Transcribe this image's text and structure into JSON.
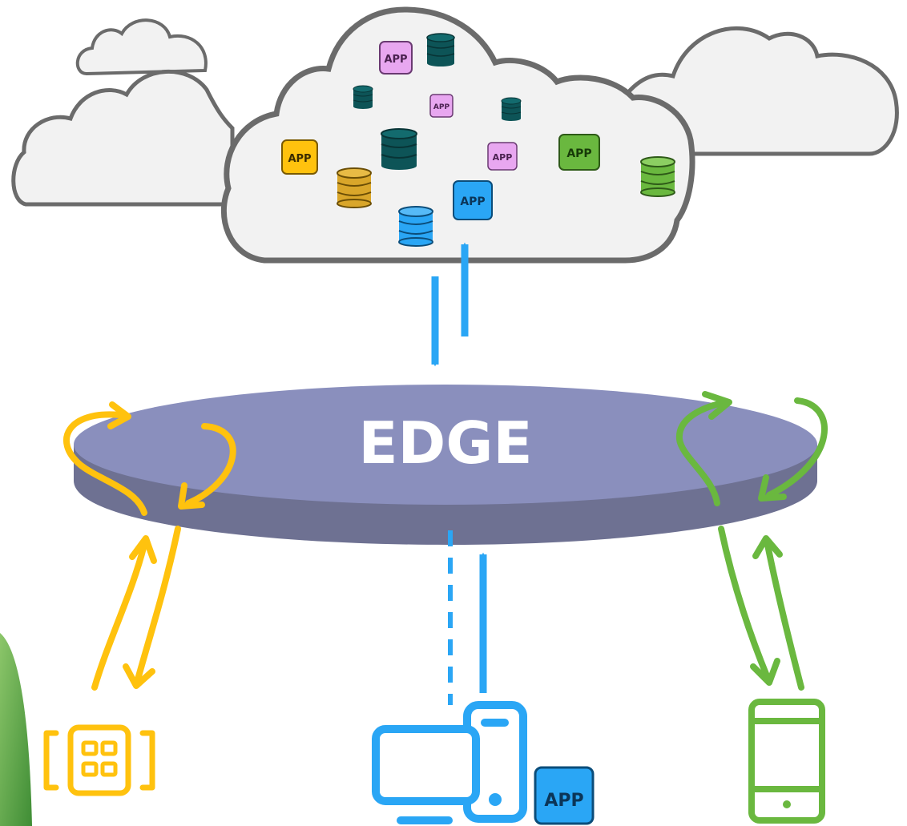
{
  "edge": {
    "label": "EDGE",
    "top_color": "#8a8fbd",
    "side_color": "#6e7192"
  },
  "app_label": "APP",
  "colors": {
    "cloud_fill": "#f2f2f2",
    "cloud_stroke": "#6b6b6b",
    "blue": "#2aa6f5",
    "yellow": "#ffc20e",
    "green": "#6ab83f",
    "teal": "#0d5457",
    "purple": "#e8a7f0",
    "gold_db": "#d9a62a",
    "background_green": "#5ca845"
  },
  "cloud_apps": [
    {
      "id": "app-purple-1",
      "color": "purple"
    },
    {
      "id": "app-purple-2",
      "color": "purple"
    },
    {
      "id": "app-purple-3",
      "color": "purple"
    },
    {
      "id": "app-yellow",
      "color": "yellow"
    },
    {
      "id": "app-green",
      "color": "green"
    },
    {
      "id": "app-blue",
      "color": "blue"
    }
  ],
  "cloud_databases": [
    {
      "id": "db-teal-1",
      "color": "teal"
    },
    {
      "id": "db-teal-2",
      "color": "teal"
    },
    {
      "id": "db-teal-3",
      "color": "teal"
    },
    {
      "id": "db-teal-4",
      "color": "teal"
    },
    {
      "id": "db-gold",
      "color": "gold_db"
    },
    {
      "id": "db-blue",
      "color": "blue"
    },
    {
      "id": "db-green",
      "color": "green"
    }
  ],
  "devices": [
    {
      "id": "iot-device",
      "icon": "iot-device-icon",
      "color": "yellow"
    },
    {
      "id": "desktop-phone",
      "icon": "desktop-mobile-icon",
      "color": "blue"
    },
    {
      "id": "smartphone",
      "icon": "smartphone-icon",
      "color": "green"
    }
  ]
}
